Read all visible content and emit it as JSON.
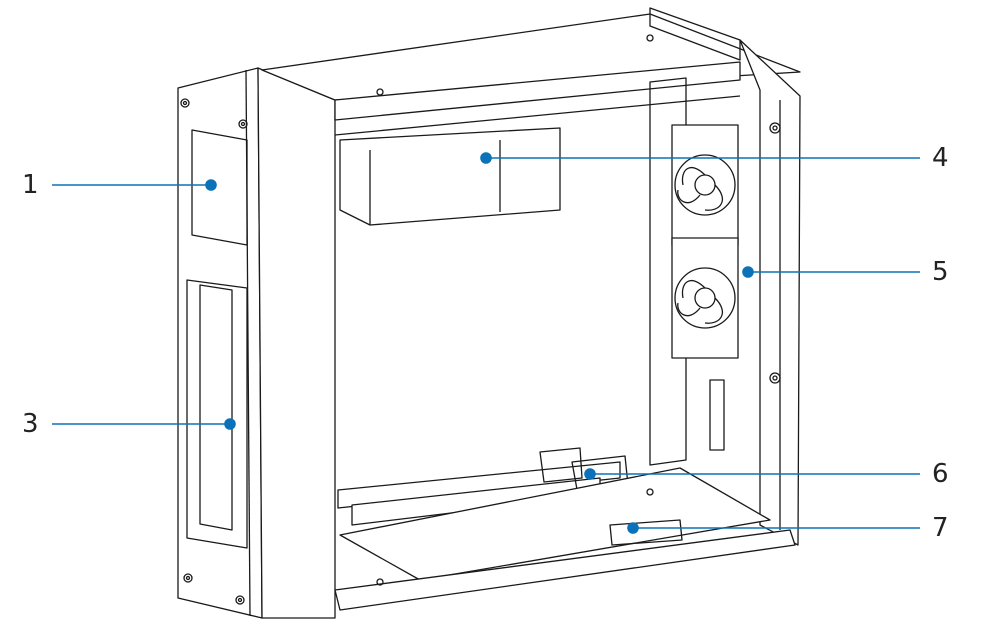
{
  "figure": {
    "background": "#ffffff",
    "line_color": "#1a1a1a",
    "callout_color": "#0b72b9",
    "callouts": [
      {
        "id": "1",
        "label": "1"
      },
      {
        "id": "3",
        "label": "3"
      },
      {
        "id": "4",
        "label": "4"
      },
      {
        "id": "5",
        "label": "5"
      },
      {
        "id": "6",
        "label": "6"
      },
      {
        "id": "7",
        "label": "7"
      }
    ]
  }
}
